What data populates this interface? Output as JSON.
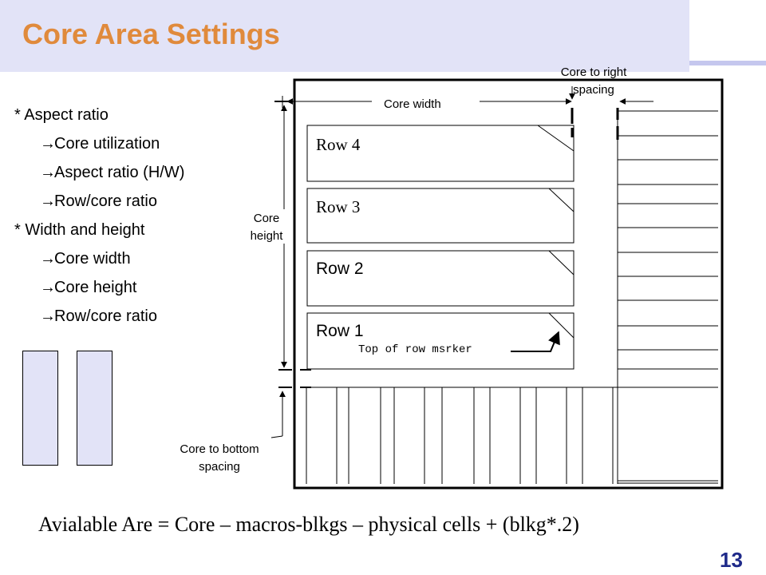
{
  "slide": {
    "title": "Core Area Settings",
    "page_number": "13",
    "formula": "Avialable Are = Core – macros-blkgs  – physical cells + (blkg*.2)",
    "colors": {
      "title": "#e08a3c",
      "band": "#e2e3f7",
      "accent": "#c5c7ee",
      "page_number": "#1f2a8a"
    }
  },
  "bullets": [
    {
      "level": 1,
      "marker": "* ",
      "text": "Aspect ratio"
    },
    {
      "level": 2,
      "marker": "→",
      "text": "Core utilization"
    },
    {
      "level": 2,
      "marker": "→",
      "text": "Aspect ratio (H/W)"
    },
    {
      "level": 2,
      "marker": "→",
      "text": "Row/core ratio"
    },
    {
      "level": 1,
      "marker": "* ",
      "text": "Width and height"
    },
    {
      "level": 2,
      "marker": "→",
      "text": "Core width"
    },
    {
      "level": 2,
      "marker": "→",
      "text": "Core height"
    },
    {
      "level": 2,
      "marker": "→",
      "text": "Row/core ratio"
    }
  ],
  "diagram": {
    "core_width": "Core width",
    "core_right_spacing": [
      "Core to right",
      "spacing"
    ],
    "core_height": [
      "Core",
      "height"
    ],
    "core_bottom_spacing": [
      "Core to bottom",
      "spacing"
    ],
    "row_marker": "Top of row msrker",
    "rows": [
      "Row 4",
      "Row 3",
      "Row 2",
      "Row 1"
    ]
  }
}
